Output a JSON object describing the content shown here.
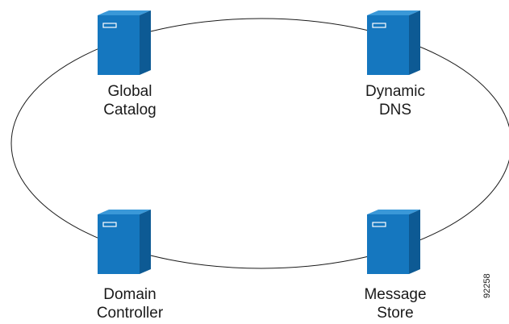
{
  "nodes": [
    {
      "id": "global-catalog",
      "icon": "server-tower-icon",
      "lines": [
        "Global",
        "Catalog"
      ]
    },
    {
      "id": "dynamic-dns",
      "icon": "server-tower-icon",
      "lines": [
        "Dynamic",
        "DNS"
      ]
    },
    {
      "id": "domain-controller",
      "icon": "server-tower-icon",
      "lines": [
        "Domain",
        "Controller"
      ]
    },
    {
      "id": "message-store",
      "icon": "server-tower-icon",
      "lines": [
        "Message",
        "Store"
      ]
    }
  ],
  "figure_id": "92258",
  "colors": {
    "server_front": "#1577bf",
    "server_side": "#0d5a94",
    "server_top": "#3a98d8",
    "ring": "#1a1a1a"
  }
}
